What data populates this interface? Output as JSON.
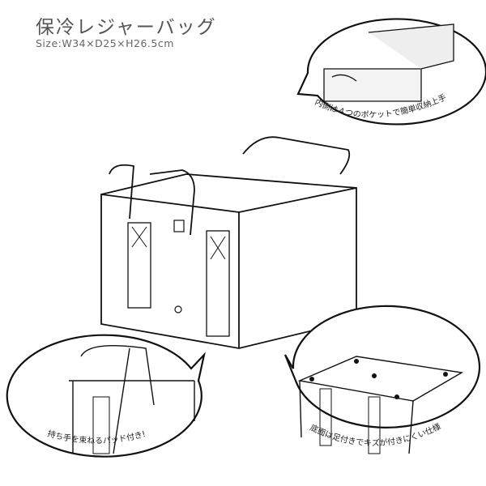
{
  "title": "保冷レジャーバッグ",
  "size": "Size:W34×D25×H26.5cm",
  "callouts": {
    "inside": "内側は４つのポケットで簡単収納上手",
    "handle": "持ち手を束ねるパッド付き!",
    "bottom": "底面は足付きでキズが付きにくい仕様"
  }
}
